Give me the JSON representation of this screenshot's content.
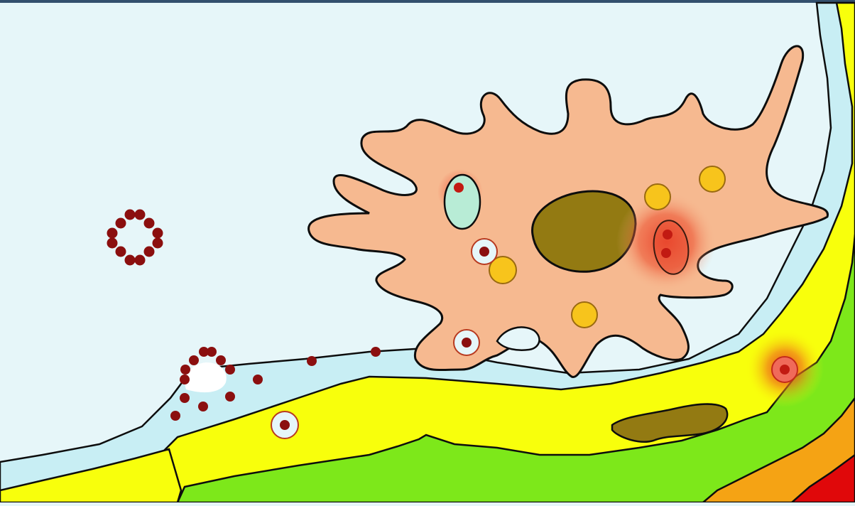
{
  "colors": {
    "background": "#e6f6f9",
    "top_bar": "#33506e",
    "outline": "#0d0d0d",
    "membrane_light_blue": "#c8eef4",
    "cell_body": "#f6b990",
    "nucleus": "#937a12",
    "granule_yellow": "#f7c41c",
    "particle_dark_red": "#8b0f0f",
    "glow_red": "#e8321d",
    "vesicle_green": "#b8ecd6",
    "layer_yellow": "#f8ff0c",
    "layer_green": "#7de81a",
    "layer_orange": "#f5a314",
    "layer_red": "#e0080a"
  },
  "figure": {
    "description_type": "cell-biology-illustration",
    "elements": [
      "free-particle-ring",
      "particle-ring-at-membrane",
      "scattered-particles",
      "cell-with-pseudopodia",
      "cell-nucleus",
      "phagosome-green",
      "phagolysosome-red",
      "endocytic-vesicles",
      "yellow-granules",
      "tissue-layers"
    ]
  }
}
